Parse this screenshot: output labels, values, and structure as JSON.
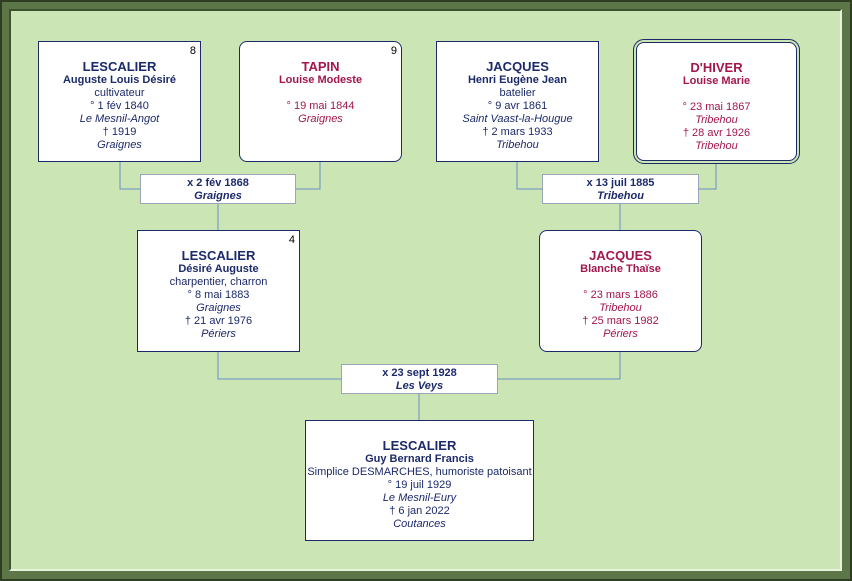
{
  "persons": {
    "p8": {
      "num": "8",
      "surname": "LESCALIER",
      "given": "Auguste Louis Désiré",
      "occupation": "cultivateur",
      "birth": "° 1 fév 1840",
      "birth_place": "Le Mesnil-Angot",
      "death": "† 1919",
      "death_place": "Graignes"
    },
    "p9": {
      "num": "9",
      "surname": "TAPIN",
      "given": "Louise Modeste",
      "birth": "° 19 mai 1844",
      "birth_place": "Graignes"
    },
    "p10": {
      "surname": "JACQUES",
      "given": "Henri Eugène Jean",
      "occupation": "batelier",
      "birth": "° 9 avr 1861",
      "birth_place": "Saint Vaast-la-Hougue",
      "death": "† 2 mars 1933",
      "death_place": "Tribehou"
    },
    "p11": {
      "surname": "D'HIVER",
      "given": "Louise Marie",
      "birth": "° 23 mai 1867",
      "birth_place": "Tribehou",
      "death": "† 28 avr 1926",
      "death_place": "Tribehou"
    },
    "p4": {
      "num": "4",
      "surname": "LESCALIER",
      "given": "Désiré Auguste",
      "occupation": "charpentier, charron",
      "birth": "° 8 mai 1883",
      "birth_place": "Graignes",
      "death": "† 21 avr 1976",
      "death_place": "Périers"
    },
    "p5": {
      "surname": "JACQUES",
      "given": "Blanche Thaïse",
      "birth": "° 23 mars 1886",
      "birth_place": "Tribehou",
      "death": "† 25 mars 1982",
      "death_place": "Périers"
    },
    "p1": {
      "surname": "LESCALIER",
      "given": "Guy Bernard Francis",
      "occupation": "Simplice DESMARCHES, humoriste patoisant",
      "birth": "° 19 juil 1929",
      "birth_place": "Le Mesnil-Eury",
      "death": "† 6 jan 2022",
      "death_place": "Coutances"
    }
  },
  "marriages": {
    "m1": {
      "date": "x 2 fév 1868",
      "place": "Graignes"
    },
    "m2": {
      "date": "x 13 juil 1885",
      "place": "Tribehou"
    },
    "m3": {
      "date": "x 23 sept 1928",
      "place": "Les Veys"
    }
  },
  "colors": {
    "male": "#1c2a6a",
    "female": "#a3164e",
    "background": "#cbe5b4",
    "frame": "#5c7648",
    "line": "#6a8ec8"
  }
}
